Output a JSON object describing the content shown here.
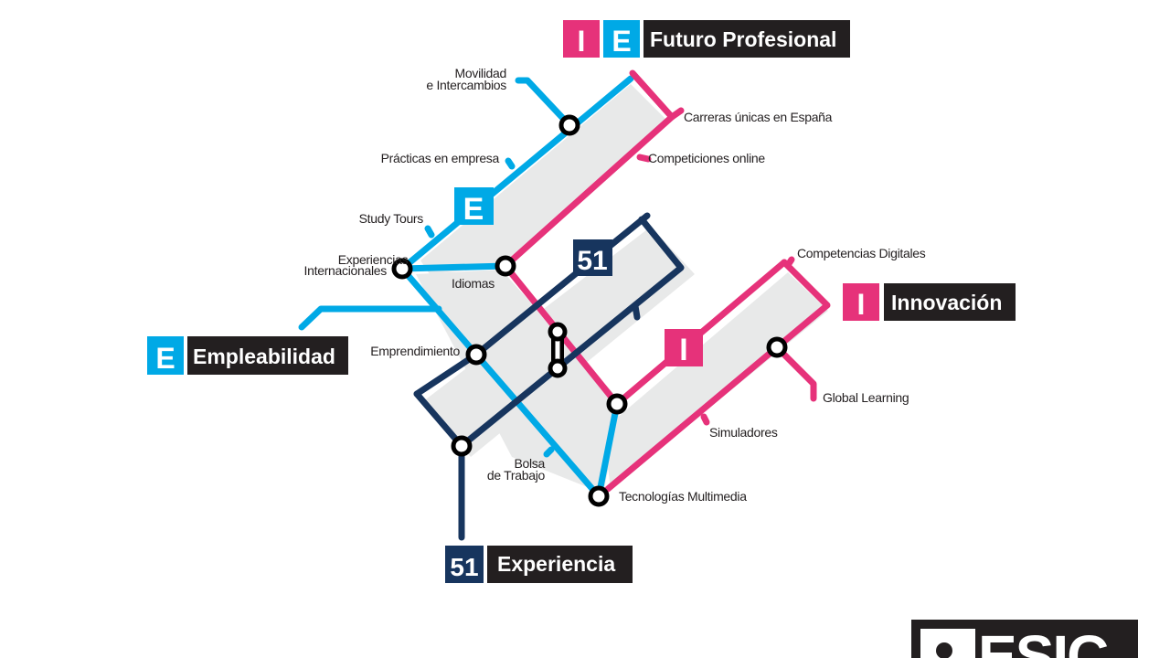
{
  "colors": {
    "blue": "#00a9e6",
    "pink": "#e6327a",
    "navy": "#17355e",
    "dark": "#231f20",
    "band": "#e8e9e9"
  },
  "legend": {
    "futuro": {
      "badge1": "I",
      "badge2": "E",
      "title": "Futuro Profesional"
    },
    "innovacion": {
      "badge": "I",
      "title": "Innovación"
    },
    "empleabilidad": {
      "badge": "E",
      "title": "Empleabilidad"
    },
    "experiencia": {
      "badge": "51",
      "title": "Experiencia"
    }
  },
  "line_badges": {
    "e": "E",
    "fiftyone": "51",
    "i": "I"
  },
  "stations": {
    "movilidad_1": "Movilidad",
    "movilidad_2": "e Intercambios",
    "carreras": "Carreras únicas en España",
    "practicas": "Prácticas en empresa",
    "competiciones": "Competiciones online",
    "study_tours": "Study Tours",
    "exp_int_1": "Experiencias",
    "exp_int_2": "Internacionales",
    "idiomas": "Idiomas",
    "competencias": "Competencias Digitales",
    "emprendimiento": "Emprendimiento",
    "global_learning": "Global Learning",
    "simuladores": "Simuladores",
    "bolsa_1": "Bolsa",
    "bolsa_2": "de Trabajo",
    "tecnologias": "Tecnologías Multimedia"
  },
  "logo": {
    "text": "ESIC"
  }
}
